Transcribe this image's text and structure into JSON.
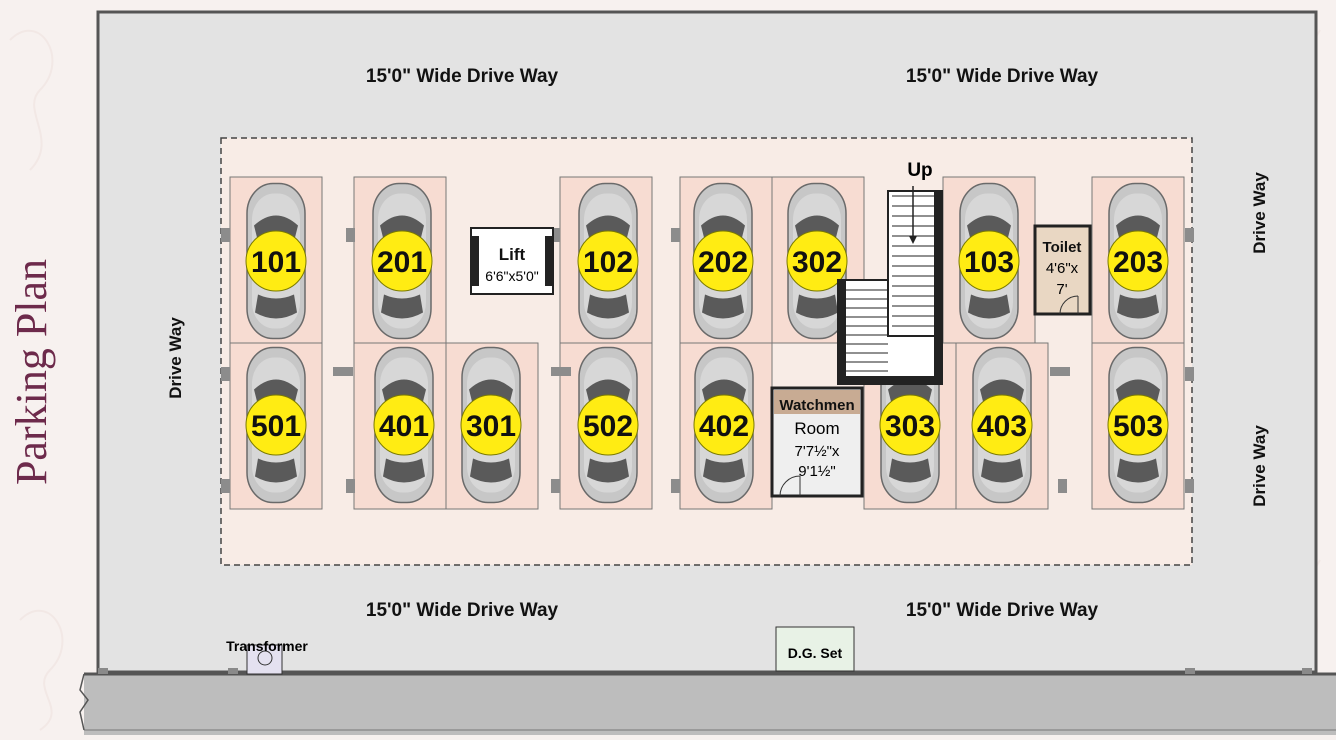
{
  "title": "Parking Plan",
  "labels": {
    "drive_top_left": "15'0\" Wide Drive Way",
    "drive_top_right": "15'0\" Wide Drive Way",
    "drive_bottom_left": "15'0\" Wide Drive Way",
    "drive_bottom_right": "15'0\" Wide Drive Way",
    "drive_left": "Drive Way",
    "drive_right_top": "Drive Way",
    "drive_right_bottom": "Drive Way",
    "up": "Up",
    "lift_name": "Lift",
    "lift_size": "6'6\"x5'0\"",
    "toilet_name": "Toilet",
    "toilet_size": "4'6\"x",
    "toilet_size2": "7'",
    "watchmen_1": "Watchmen",
    "watchmen_2": "Room",
    "watchmen_size1": "7'7½\"x",
    "watchmen_size2": "9'1½\"",
    "transformer": "Transformer",
    "dg_set": "D.G. Set"
  },
  "slots_top": [
    "101",
    "201",
    "102",
    "202",
    "302",
    "103",
    "203"
  ],
  "slots_bottom": [
    "501",
    "401",
    "301",
    "502",
    "402",
    "303",
    "403",
    "503"
  ],
  "colors": {
    "site": "#e3e3e3",
    "paving": "#f8ece6",
    "bay": "#f7dcd2",
    "badge": "#ffec13",
    "road": "#bdbdbd",
    "title": "#6d2a4b"
  }
}
